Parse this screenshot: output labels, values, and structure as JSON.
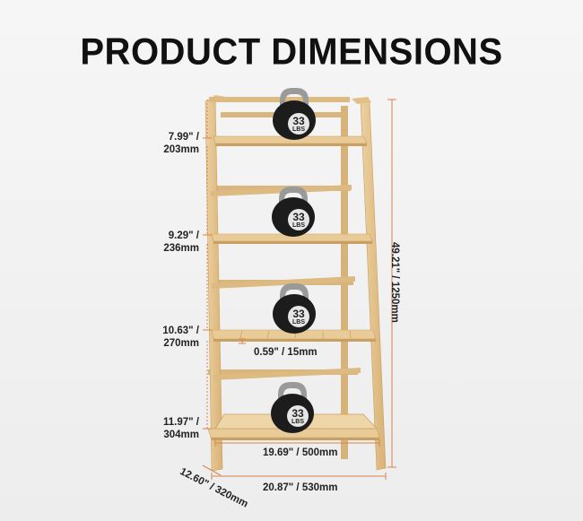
{
  "title": "PRODUCT DIMENSIONS",
  "colors": {
    "wood": "#e6c48f",
    "wood_dark": "#c9a063",
    "dim_line": "#d9824b",
    "kettlebell": "#1c1c1c",
    "handle": "#9a9a9a"
  },
  "kettlebell_label": {
    "value": "33",
    "unit": "LBS"
  },
  "dimensions": {
    "shelf_gap_1": {
      "imperial": "7.99\" /",
      "metric": "203mm"
    },
    "shelf_gap_2": {
      "imperial": "9.29\" /",
      "metric": "236mm"
    },
    "shelf_gap_3": {
      "imperial": "10.63\" /",
      "metric": "270mm"
    },
    "shelf_gap_4": {
      "imperial": "11.97\" /",
      "metric": "304mm"
    },
    "thickness": "0.59\" / 15mm",
    "shelf_width": "19.69\" / 500mm",
    "total_height": "49.21\" / 1250mm",
    "depth": "12.60\" / 320mm",
    "base_width": "20.87\" / 530mm"
  }
}
